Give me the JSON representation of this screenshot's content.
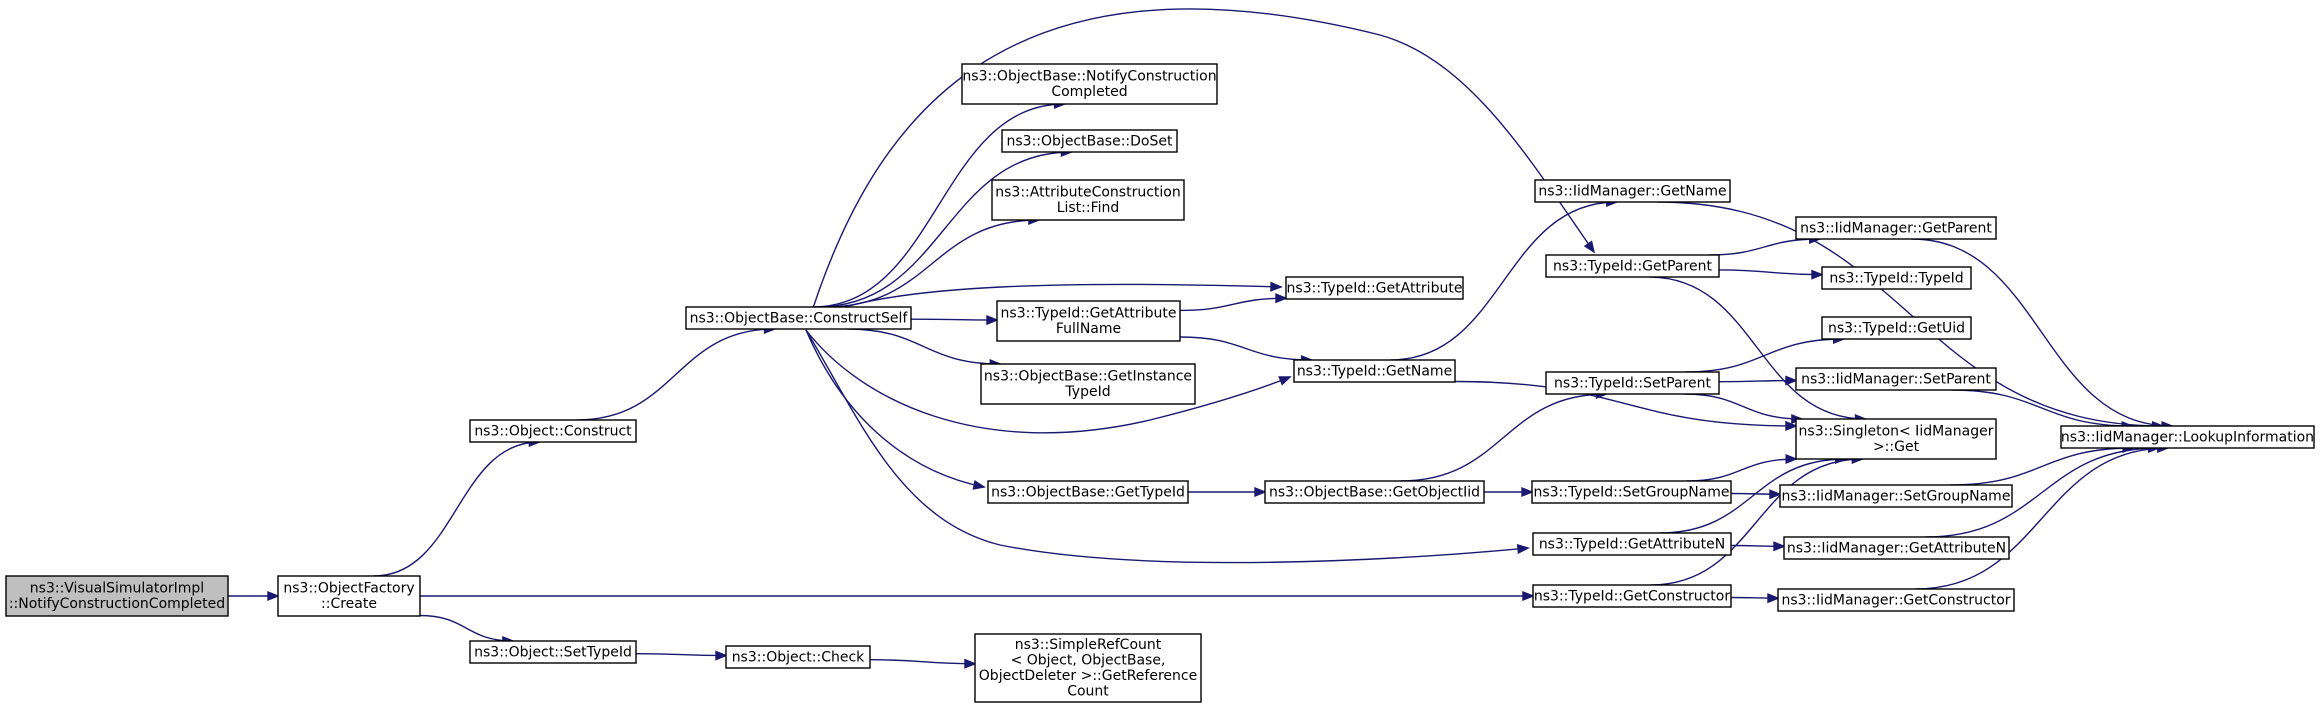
{
  "graph": {
    "nodes": [
      {
        "id": "root",
        "lines": [
          "ns3::VisualSimulatorImpl",
          "::NotifyConstructionCompleted"
        ],
        "root": true
      },
      {
        "id": "objfactory_create",
        "lines": [
          "ns3::ObjectFactory",
          "::Create"
        ]
      },
      {
        "id": "object_construct",
        "lines": [
          "ns3::Object::Construct"
        ]
      },
      {
        "id": "object_settypeid",
        "lines": [
          "ns3::Object::SetTypeId"
        ]
      },
      {
        "id": "objectbase_constructself",
        "lines": [
          "ns3::ObjectBase::ConstructSelf"
        ]
      },
      {
        "id": "objectbase_notify",
        "lines": [
          "ns3::ObjectBase::NotifyConstruction",
          "Completed"
        ]
      },
      {
        "id": "objectbase_doset",
        "lines": [
          "ns3::ObjectBase::DoSet"
        ]
      },
      {
        "id": "attrlist_find",
        "lines": [
          "ns3::AttributeConstruction",
          "List::Find"
        ]
      },
      {
        "id": "typeid_getattrfullname",
        "lines": [
          "ns3::TypeId::GetAttribute",
          "FullName"
        ]
      },
      {
        "id": "objectbase_getinstancetypeid",
        "lines": [
          "ns3::ObjectBase::GetInstance",
          "TypeId"
        ]
      },
      {
        "id": "objectbase_gettypeid",
        "lines": [
          "ns3::ObjectBase::GetTypeId"
        ]
      },
      {
        "id": "object_check",
        "lines": [
          "ns3::Object::Check"
        ]
      },
      {
        "id": "simplerefcount",
        "lines": [
          "ns3::SimpleRefCount",
          "< Object, ObjectBase,",
          "ObjectDeleter >::GetReference",
          "Count"
        ]
      },
      {
        "id": "typeid_getattribute",
        "lines": [
          "ns3::TypeId::GetAttribute"
        ]
      },
      {
        "id": "typeid_getname",
        "lines": [
          "ns3::TypeId::GetName"
        ]
      },
      {
        "id": "objectbase_getobjectiid",
        "lines": [
          "ns3::ObjectBase::GetObjectIid"
        ]
      },
      {
        "id": "iidmgr_getname",
        "lines": [
          "ns3::IidManager::GetName"
        ]
      },
      {
        "id": "typeid_getparent",
        "lines": [
          "ns3::TypeId::GetParent"
        ]
      },
      {
        "id": "typeid_setparent",
        "lines": [
          "ns3::TypeId::SetParent"
        ]
      },
      {
        "id": "typeid_setgroupname",
        "lines": [
          "ns3::TypeId::SetGroupName"
        ]
      },
      {
        "id": "typeid_getattributen",
        "lines": [
          "ns3::TypeId::GetAttributeN"
        ]
      },
      {
        "id": "typeid_getconstructor",
        "lines": [
          "ns3::TypeId::GetConstructor"
        ]
      },
      {
        "id": "iidmgr_getparent",
        "lines": [
          "ns3::IidManager::GetParent"
        ]
      },
      {
        "id": "typeid_typeid",
        "lines": [
          "ns3::TypeId::TypeId"
        ]
      },
      {
        "id": "typeid_getuid",
        "lines": [
          "ns3::TypeId::GetUid"
        ]
      },
      {
        "id": "iidmgr_setparent",
        "lines": [
          "ns3::IidManager::SetParent"
        ]
      },
      {
        "id": "singleton_get",
        "lines": [
          "ns3::Singleton< IidManager",
          ">::Get"
        ]
      },
      {
        "id": "iidmgr_setgroupname",
        "lines": [
          "ns3::IidManager::SetGroupName"
        ]
      },
      {
        "id": "iidmgr_getattributen",
        "lines": [
          "ns3::IidManager::GetAttributeN"
        ]
      },
      {
        "id": "iidmgr_getconstructor",
        "lines": [
          "ns3::IidManager::GetConstructor"
        ]
      },
      {
        "id": "iidmgr_lookupinformation",
        "lines": [
          "ns3::IidManager::LookupInformation"
        ]
      }
    ],
    "edges": [
      [
        "root",
        "objfactory_create"
      ],
      [
        "objfactory_create",
        "object_construct"
      ],
      [
        "objfactory_create",
        "object_settypeid"
      ],
      [
        "objfactory_create",
        "typeid_getconstructor"
      ],
      [
        "object_construct",
        "objectbase_constructself"
      ],
      [
        "object_settypeid",
        "object_check"
      ],
      [
        "object_check",
        "simplerefcount"
      ],
      [
        "objectbase_constructself",
        "objectbase_notify"
      ],
      [
        "objectbase_constructself",
        "objectbase_doset"
      ],
      [
        "objectbase_constructself",
        "attrlist_find"
      ],
      [
        "objectbase_constructself",
        "typeid_getattribute"
      ],
      [
        "objectbase_constructself",
        "typeid_getattrfullname"
      ],
      [
        "objectbase_constructself",
        "objectbase_getinstancetypeid"
      ],
      [
        "objectbase_constructself",
        "typeid_getname"
      ],
      [
        "objectbase_constructself",
        "objectbase_gettypeid"
      ],
      [
        "objectbase_constructself",
        "typeid_getparent"
      ],
      [
        "objectbase_constructself",
        "typeid_getattributen"
      ],
      [
        "typeid_getattrfullname",
        "typeid_getattribute"
      ],
      [
        "typeid_getattrfullname",
        "typeid_getname"
      ],
      [
        "typeid_getname",
        "iidmgr_getname"
      ],
      [
        "typeid_getname",
        "singleton_get"
      ],
      [
        "objectbase_gettypeid",
        "objectbase_getobjectiid"
      ],
      [
        "objectbase_getobjectiid",
        "typeid_setparent"
      ],
      [
        "objectbase_getobjectiid",
        "typeid_setgroupname"
      ],
      [
        "iidmgr_getname",
        "iidmgr_lookupinformation"
      ],
      [
        "typeid_getparent",
        "iidmgr_getparent"
      ],
      [
        "typeid_getparent",
        "typeid_typeid"
      ],
      [
        "typeid_getparent",
        "singleton_get"
      ],
      [
        "typeid_setparent",
        "typeid_getuid"
      ],
      [
        "typeid_setparent",
        "iidmgr_setparent"
      ],
      [
        "typeid_setparent",
        "singleton_get"
      ],
      [
        "typeid_setgroupname",
        "iidmgr_setgroupname"
      ],
      [
        "typeid_setgroupname",
        "singleton_get"
      ],
      [
        "typeid_getattributen",
        "iidmgr_getattributen"
      ],
      [
        "typeid_getattributen",
        "singleton_get"
      ],
      [
        "typeid_getconstructor",
        "iidmgr_getconstructor"
      ],
      [
        "typeid_getconstructor",
        "singleton_get"
      ],
      [
        "iidmgr_getparent",
        "iidmgr_lookupinformation"
      ],
      [
        "iidmgr_setparent",
        "iidmgr_lookupinformation"
      ],
      [
        "iidmgr_setgroupname",
        "iidmgr_lookupinformation"
      ],
      [
        "iidmgr_getattributen",
        "iidmgr_lookupinformation"
      ],
      [
        "iidmgr_getconstructor",
        "iidmgr_lookupinformation"
      ]
    ],
    "colors": {
      "edge": "#191970",
      "node_border": "#000000",
      "root_fill": "#bfbfbf",
      "node_fill": "#ffffff"
    }
  }
}
